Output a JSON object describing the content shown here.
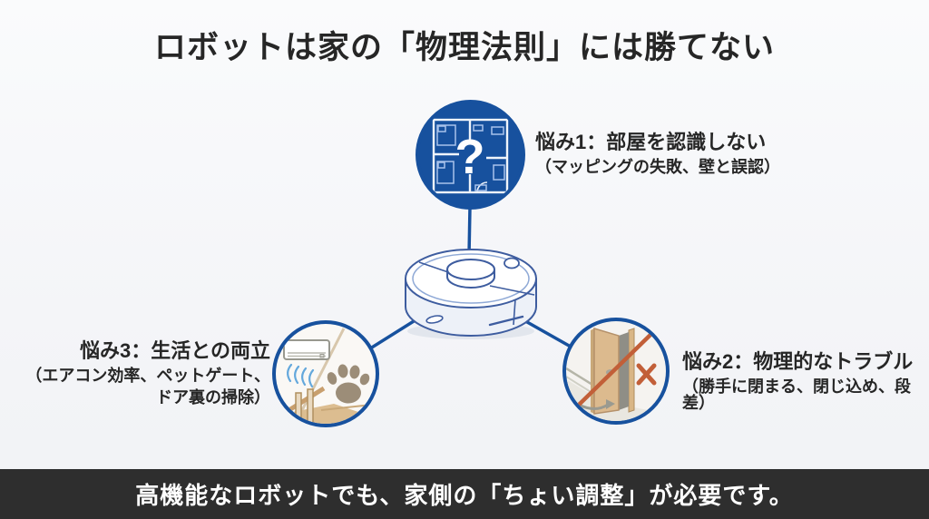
{
  "slide": {
    "title": "ロボットは家の「物理法則」には勝てない",
    "footer": "高機能なロボットでも、家側の「ちょい調整」が必要です。"
  },
  "problems": [
    {
      "heading": "悩み1：部屋を認識しない",
      "details": [
        "（マッピングの失敗、壁と誤認）"
      ],
      "icon": "floorplan-question-icon"
    },
    {
      "heading": "悩み2：物理的なトラブル",
      "details": [
        "（勝手に閉まる、閉じ込め、段差）"
      ],
      "icon": "door-blocked-icon"
    },
    {
      "heading": "悩み3：生活との両立",
      "details": [
        "（エアコン効率、ペットゲート、",
        "ドア裏の掃除）"
      ],
      "icon": "aircon-petgate-paw-icon"
    }
  ],
  "center_illustration": "robot-vacuum",
  "icons": {
    "question_mark": "?"
  },
  "colors": {
    "accent_blue": "#17519E",
    "connector_blue": "#17519E",
    "robot_outline": "#3D5C9F",
    "slash_orange": "#C25F38",
    "wood_tan": "#DCBA8E",
    "paw_brown": "#9C8D78",
    "airflow_blue": "#64A8DC",
    "footer_bg": "#2E2E2E",
    "footer_text": "#FFFFFF",
    "title_text": "#262626",
    "background": "#F4F5F8"
  }
}
